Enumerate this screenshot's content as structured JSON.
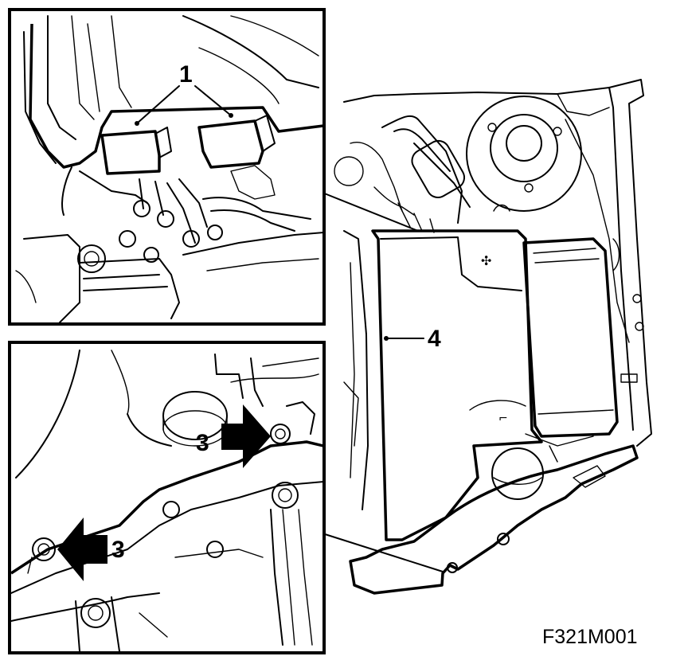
{
  "figure": {
    "id": "F321M001"
  },
  "callouts": {
    "top_inset": "1",
    "bottom_inset_right": "3",
    "bottom_inset_left": "3",
    "main_view": "4"
  },
  "icons": [
    "arrow-right-icon",
    "arrow-left-icon"
  ]
}
